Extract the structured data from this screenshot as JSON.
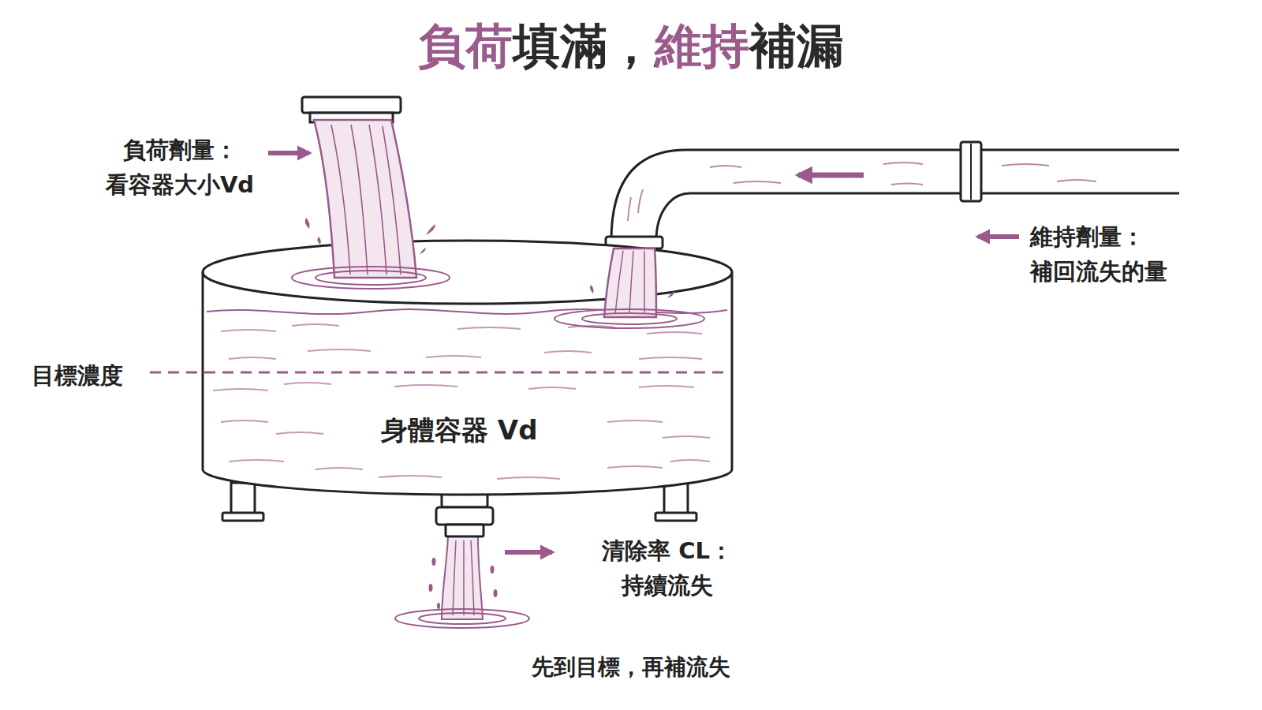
{
  "diagram": {
    "title": "負荷填滿，維持補漏",
    "caption": "先到目標，再補流失",
    "nodes": [
      {
        "text": [
          "身體容器 Vd"
        ]
      }
    ],
    "labels": [
      "負荷劑量： 看容器大小Vd",
      "維持劑量： 補回流失的量",
      "目標濃度",
      "清除率 CL： 持續流失"
    ]
  }
}
